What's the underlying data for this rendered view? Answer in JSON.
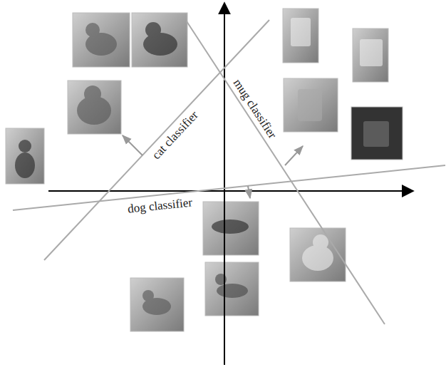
{
  "diagram": {
    "labels": [
      "cat classifier",
      "mug classifier",
      "dog classifier"
    ]
  }
}
